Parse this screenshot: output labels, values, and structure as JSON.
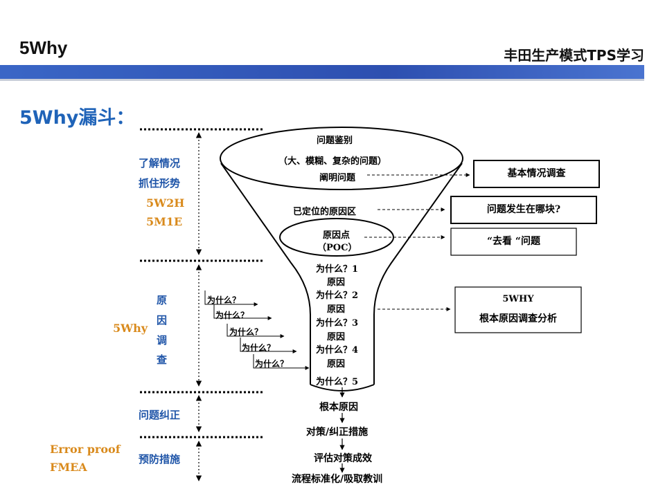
{
  "header": {
    "title": "5Why",
    "subtitle": "丰田生产模式TPS学习"
  },
  "heading": "5Why漏斗：",
  "left_labels": {
    "understand_line1": "了解情况",
    "understand_line2": "抓住形势",
    "method_5w2h": "5W2H",
    "method_5m1e": "5M1E",
    "cause_chars": [
      "原",
      "因",
      "调",
      "查"
    ],
    "five_why": "5Why",
    "correction": "问题纠正",
    "prevention": "预防措施",
    "error_proof": "Error proof",
    "fmea": "FMEA"
  },
  "why_staircase": [
    "为什么？",
    "为什么？",
    "为什么？",
    "为什么？",
    "为什么？"
  ],
  "funnel": {
    "problem_identify": "问题鉴别",
    "problem_types": "（大、模糊、复杂的问题）",
    "clarify": "阐明问题",
    "located_area": "已定位的原因区",
    "poc_line1": "原因点",
    "poc_line2": "（POC）",
    "whys": [
      {
        "q": "为什么？1",
        "a": "原因"
      },
      {
        "q": "为什么？2",
        "a": "原因"
      },
      {
        "q": "为什么？3",
        "a": "原因"
      },
      {
        "q": "为什么？4",
        "a": "原因"
      }
    ],
    "why5": "为什么？5",
    "root_cause": "根本原因",
    "countermeasure": "对策/纠正措施",
    "evaluate": "评估对策成效",
    "standardize": "流程标准化/吸取教训"
  },
  "right_boxes": {
    "basic_info": "基本情况调查",
    "where_block": "问题发生在哪块?",
    "go_see": "“去看 “问题",
    "why_title": "5WHY",
    "why_desc": "根本原因调查分析"
  }
}
